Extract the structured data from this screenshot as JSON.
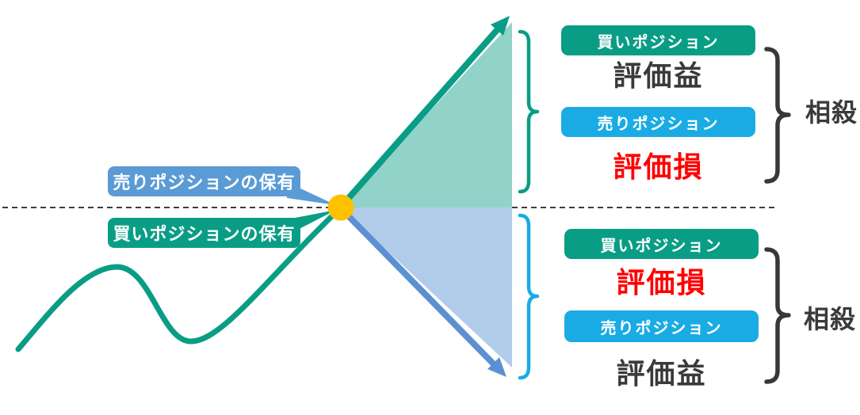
{
  "diagram": {
    "title_hint": "hedge-position-offset-diagram",
    "callouts": {
      "sell_holding": "売りポジションの保有",
      "buy_holding": "買いポジションの保有"
    },
    "top_group": {
      "buy_badge": "買いポジション",
      "buy_result": "評価益",
      "sell_badge": "売りポジション",
      "sell_result": "評価損",
      "offset": "相殺"
    },
    "bottom_group": {
      "buy_badge": "買いポジション",
      "buy_result": "評価損",
      "sell_badge": "売りポジション",
      "sell_result": "評価益",
      "offset": "相殺"
    },
    "colors": {
      "teal_green": "#0A9D86",
      "fill_green_area": "#7FC8B6",
      "callout_blue": "#5B9BD5",
      "arrow_blue": "#5C90D2",
      "fill_blue_area": "#AECBEA",
      "bright_blue": "#1AABE4",
      "marker_yellow": "#FFC000",
      "loss_red": "#FF0000",
      "text_dark": "#3A3A3A"
    }
  }
}
